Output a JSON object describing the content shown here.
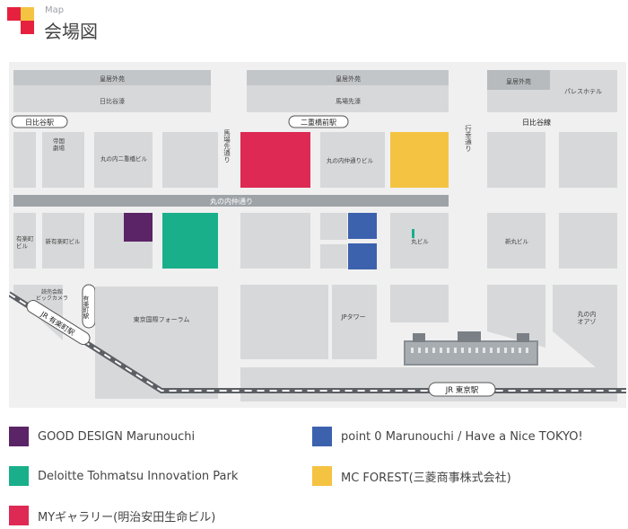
{
  "header": {
    "subtitle": "Map",
    "title": "会場図"
  },
  "logo": {
    "colors": [
      "#e6213f",
      "#e6213f",
      "#f5c342",
      "#f5c342"
    ]
  },
  "colors": {
    "block": "#d7d8d9",
    "avenue": "#9ea3a8",
    "map_bg": "#f0f0f0",
    "good_design": "#5b2466",
    "deloitte": "#1aaf8b",
    "my_gallery": "#dd2953",
    "point0": "#3c62ae",
    "mc_forest": "#f5c342"
  },
  "map": {
    "areas": {
      "kokyo_gaien_1": "皇居外苑",
      "hibiya_dori": "日比谷濠",
      "kokyo_gaien_2": "皇居外苑",
      "babasaki_bori": "馬場先濠",
      "kokyo_gaien_3": "皇居外苑",
      "palace_hotel": "パレスホテル",
      "teikoku_gekijo": "帝国\n劇場",
      "marunouchi_nijubashi": "丸の内二重橋ビル",
      "marunouchi_nakadori_bldg": "丸の内仲通りビル",
      "yurakucho_bldg": "有楽町\nビル",
      "shin_yurakucho": "新有楽町ビル",
      "maru_bldg": "丸ビル",
      "shin_maru_bldg": "新丸ビル",
      "yomiuri": "読売会館\nビックカメラ",
      "tokyo_forum": "東京国際フォーラム",
      "jp_tower": "JPタワー",
      "marunouchi_oazo": "丸の内\nオアゾ"
    },
    "streets": {
      "babasakimon": "馬場先通り",
      "gyoko": "行幸通り",
      "nakadori": "丸の内仲通り"
    },
    "stations": {
      "hibiya_left": "日比谷駅",
      "nijubashimae": "二重橋前駅",
      "hibiya_right": "日比谷線",
      "yurakucho_sub": "有楽町駅",
      "jr_yurakucho": "JR 有楽町駅",
      "jr_tokyo": "JR 東京駅"
    }
  },
  "legend": [
    {
      "label": "GOOD DESIGN Marunouchi",
      "color": "#5b2466"
    },
    {
      "label": "point 0 Marunouchi / Have a Nice TOKYO!",
      "color": "#3c62ae"
    },
    {
      "label": "Deloitte Tohmatsu Innovation Park",
      "color": "#1aaf8b"
    },
    {
      "label": "MC FOREST(三菱商事株式会社)",
      "color": "#f5c342"
    },
    {
      "label": "MYギャラリー(明治安田生命ビル)",
      "color": "#dd2953"
    }
  ]
}
